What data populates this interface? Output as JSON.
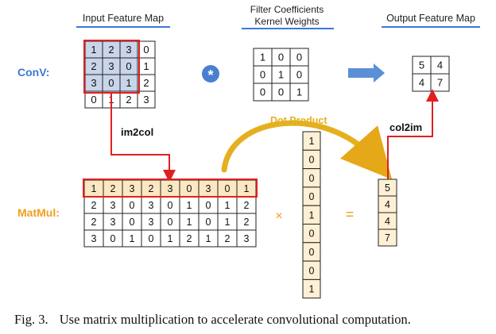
{
  "headers": {
    "input": "Input Feature Map",
    "filter_line1": "Filter Coefficients",
    "filter_line2": "Kernel Weights",
    "output": "Output Feature Map"
  },
  "rows": {
    "conv": "ConV:",
    "matmul": "MatMul:"
  },
  "operators": {
    "convolve": "*",
    "times": "×",
    "equals": "="
  },
  "arrows": {
    "im2col": "im2col",
    "col2im": "col2im",
    "dot_product": "Dot Product"
  },
  "input_map": [
    [
      1,
      2,
      3,
      0
    ],
    [
      2,
      3,
      0,
      1
    ],
    [
      3,
      0,
      1,
      2
    ],
    [
      0,
      1,
      2,
      3
    ]
  ],
  "kernel": [
    [
      1,
      0,
      0
    ],
    [
      0,
      1,
      0
    ],
    [
      0,
      0,
      1
    ]
  ],
  "output_map": [
    [
      5,
      4
    ],
    [
      4,
      7
    ]
  ],
  "im2col_matrix": [
    [
      1,
      2,
      3,
      2,
      3,
      0,
      3,
      0,
      1
    ],
    [
      2,
      3,
      0,
      3,
      0,
      1,
      0,
      1,
      2
    ],
    [
      2,
      3,
      0,
      3,
      0,
      1,
      0,
      1,
      2
    ],
    [
      3,
      0,
      1,
      0,
      1,
      2,
      1,
      2,
      3
    ]
  ],
  "kernel_column": [
    1,
    0,
    0,
    0,
    1,
    0,
    0,
    0,
    1
  ],
  "output_column": [
    5,
    4,
    4,
    7
  ],
  "colors": {
    "accent_blue": "#3c78d8",
    "highlight_red": "#e02020",
    "dot_gold": "#e5b020",
    "matmul_label": "#f0a020",
    "cell_highlight": "#c9d5ea",
    "row_highlight": "#fbe8c2",
    "column_fill": "#fdf0d5"
  },
  "caption": {
    "label": "Fig. 3.",
    "text": "Use matrix multiplication to accelerate convolutional computation."
  }
}
